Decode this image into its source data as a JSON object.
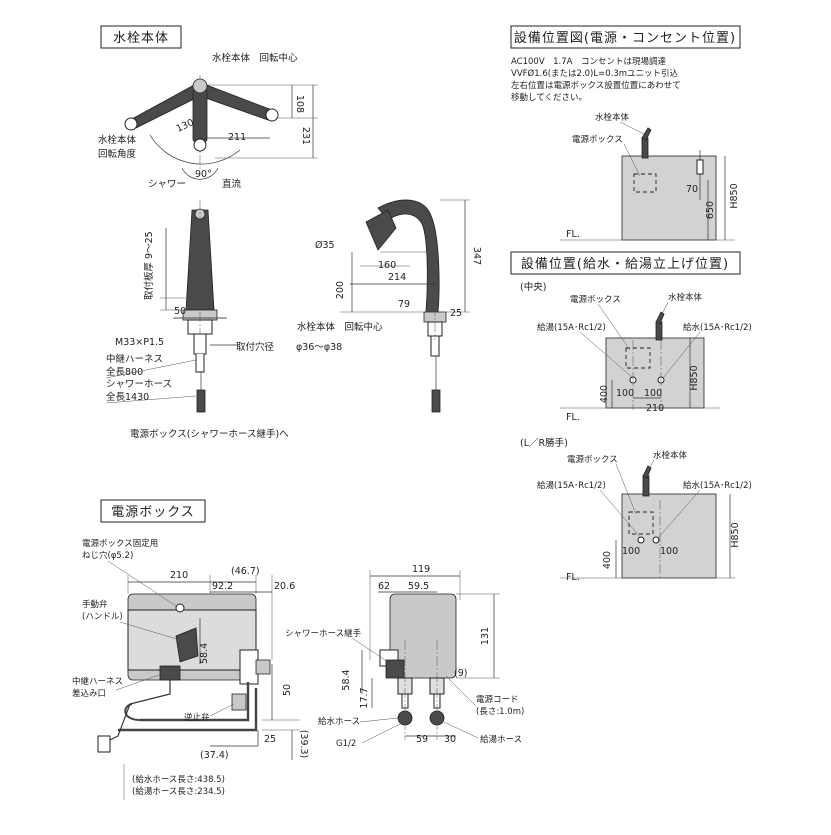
{
  "faucet_body": {
    "title": "水栓本体",
    "top": {
      "rotation_center": "水栓本体　回転中心",
      "d108": "108",
      "d231": "231",
      "d130": "130",
      "d211": "211",
      "d90": "90°",
      "rotation_angle_1": "水栓本体",
      "rotation_angle_2": "回転角度",
      "shower": "シャワー",
      "straight": "直流"
    },
    "front": {
      "mount_thickness": "取付板厚 9～25",
      "d50": "50",
      "thread": "M33×P1.5",
      "hole_label": "取付穴径",
      "hole_size": "φ36～φ38",
      "harness_1": "中継ハーネス",
      "harness_2": "全長800",
      "shower_hose_1": "シャワーホース",
      "shower_hose_2": "全長1430",
      "to_box": "電源ボックス(シャワーホース継手)へ"
    },
    "side": {
      "d35": "Ø35",
      "d160": "160",
      "d214": "214",
      "d347": "347",
      "d200": "200",
      "d79": "79",
      "d25": "25",
      "rotation_center": "水栓本体　回転中心"
    }
  },
  "install_power": {
    "title": "設備位置図(電源・コンセント位置)",
    "note_1": "AC100V　1.7A　コンセントは現場調達",
    "note_2": "VVFØ1.6(または2.0)L=0.3mユニット引込",
    "note_3": "左右位置は電源ボックス設置位置にあわせて",
    "note_4": "移動してください。",
    "faucet_label": "水栓本体",
    "box_label": "電源ボックス",
    "d70": "70",
    "d650": "650",
    "h850": "H850",
    "fl": "FL."
  },
  "install_water": {
    "title": "設備位置(給水・給湯立上げ位置)",
    "center": {
      "label": "(中央)",
      "box_label": "電源ボックス",
      "faucet_label": "水栓本体",
      "hot": "給湯(15A･Rc1/2)",
      "cold": "給水(15A･Rc1/2)",
      "d400": "400",
      "d100a": "100",
      "d100b": "100",
      "d210": "210",
      "h850": "H850",
      "fl": "FL."
    },
    "lr": {
      "label": "(L／R勝手)",
      "box_label": "電源ボックス",
      "faucet_label": "水栓本体",
      "hot": "給湯(15A･Rc1/2)",
      "cold": "給水(15A･Rc1/2)",
      "d400": "400",
      "d100a": "100",
      "d100b": "100",
      "h850": "H850",
      "fl": "FL."
    }
  },
  "power_box": {
    "title": "電源ボックス",
    "front": {
      "screw_1": "電源ボックス固定用",
      "screw_2": "ねじ穴(φ5.2)",
      "manual_1": "手動弁",
      "manual_2": "(ハンドル)",
      "harness_1": "中継ハーネス",
      "harness_2": "差込み口",
      "check_valve": "逆止弁",
      "d210": "210",
      "d46_7": "(46.7)",
      "d92_2": "92.2",
      "d20_6": "20.6",
      "d58_4": "58.4",
      "d50": "50",
      "d25": "25",
      "d37_4": "(37.4)",
      "d39_3": "(39.3)",
      "cold_len": "(給水ホース長さ:438.5)",
      "hot_len": "(給湯ホース長さ:234.5)"
    },
    "side": {
      "d119": "119",
      "d62": "62",
      "d59_5": "59.5",
      "shower_joint": "シャワーホース継手",
      "d131": "131",
      "d58_4": "58.4",
      "d17_7": "17.7",
      "d9": "(9)",
      "cord_1": "電源コード",
      "cord_2": "(長さ:1.0m)",
      "cold_hose": "給水ホース",
      "g12": "G1/2",
      "d59": "59",
      "d30": "30",
      "hot_hose": "給湯ホース"
    }
  }
}
